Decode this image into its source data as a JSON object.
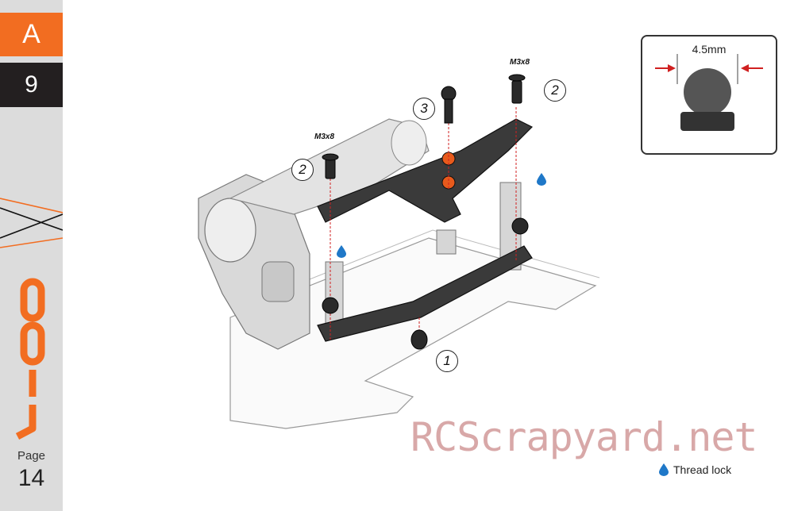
{
  "sidebar": {
    "section": "A",
    "step": "9",
    "page_label": "Page",
    "page_number": "14",
    "accent_color": "#f26d21",
    "dark_color": "#231f20"
  },
  "inset": {
    "dimension": "4.5mm"
  },
  "parts": {
    "screw_label_left": "M3x8",
    "screw_label_right": "M3x8",
    "callouts": [
      "1",
      "2",
      "3",
      "2"
    ]
  },
  "legend": {
    "label": "Thread lock",
    "icon": "thread-lock-drop-icon"
  },
  "watermark": "RCScrapyard.net"
}
